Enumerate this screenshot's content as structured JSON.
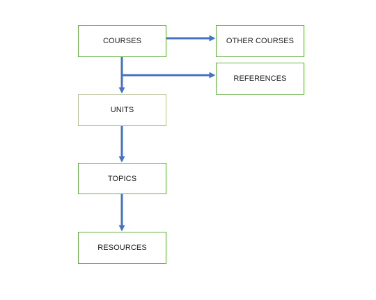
{
  "nodes": {
    "courses": "COURSES",
    "other_courses": "OTHER COURSES",
    "references": "REFERENCES",
    "units": "UNITS",
    "topics": "TOPICS",
    "resources": "RESOURCES"
  },
  "colors": {
    "box_border": "#6ab04c",
    "arrow": "#4472c4",
    "text": "#1a1a1a"
  }
}
